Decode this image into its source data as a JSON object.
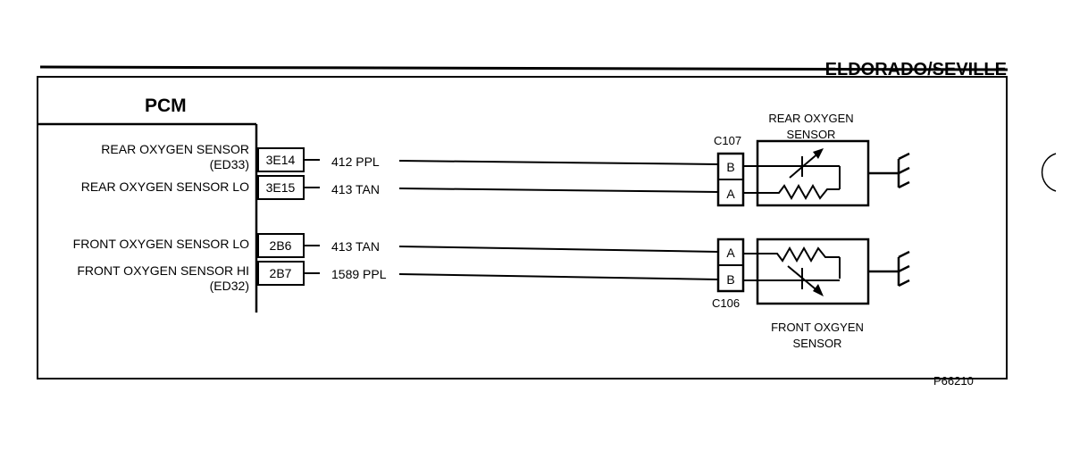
{
  "header": {
    "model": "ELDORADO/SEVILLE"
  },
  "module": {
    "title": "PCM",
    "circuits": [
      {
        "label": "REAR OXYGEN SENSOR",
        "sublabel": "(ED33)",
        "pin": "3E14",
        "wire": "412 PPL",
        "terminal": "B"
      },
      {
        "label": "REAR OXYGEN SENSOR LO",
        "sublabel": "",
        "pin": "3E15",
        "wire": "413 TAN",
        "terminal": "A"
      },
      {
        "label": "FRONT OXYGEN SENSOR LO",
        "sublabel": "",
        "pin": "2B6",
        "wire": "413 TAN",
        "terminal": "A"
      },
      {
        "label": "FRONT OXYGEN SENSOR HI",
        "sublabel": "(ED32)",
        "pin": "2B7",
        "wire": "1589 PPL",
        "terminal": "B"
      }
    ]
  },
  "connectors": [
    {
      "id": "C107"
    },
    {
      "id": "C106"
    }
  ],
  "sensors": [
    {
      "line1": "REAR OXYGEN",
      "line2": "SENSOR"
    },
    {
      "line1": "FRONT OXGYEN",
      "line2": "SENSOR"
    }
  ],
  "figure_id": "P66210"
}
